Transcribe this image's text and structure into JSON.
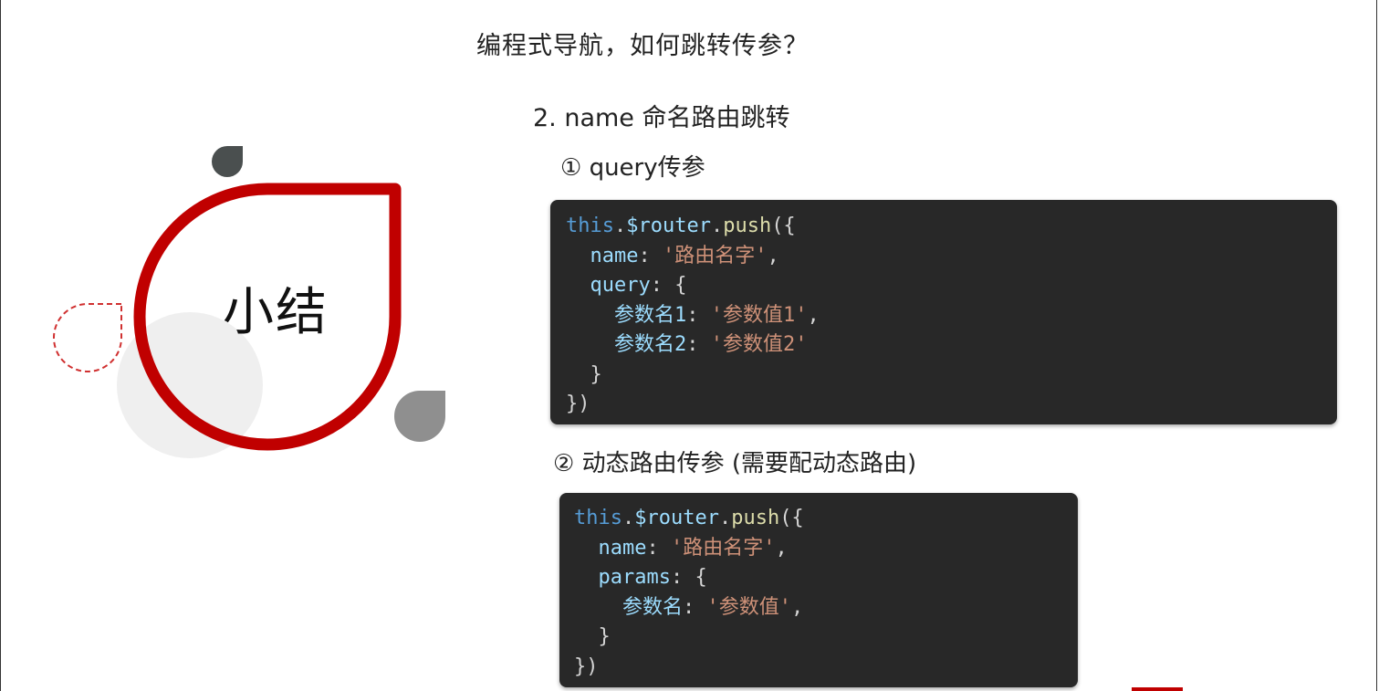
{
  "slide": {
    "headline": "编程式导航，如何跳转传参？",
    "subtitle": "2. name 命名路由跳转",
    "summary_label": "小结",
    "item1_label": "① query传参",
    "item2_label": "② 动态路由传参 (需要配动态路由)"
  },
  "code1": {
    "lines": [
      "this.$router.push({",
      "  name: '路由名字',",
      "  query: {",
      "    参数名1: '参数值1',",
      "    参数名2: '参数值2'",
      "  }",
      "})"
    ]
  },
  "code2": {
    "lines": [
      "this.$router.push({",
      "  name: '路由名字',",
      "  params: {",
      "    参数名: '参数值',",
      "  }",
      "})"
    ]
  },
  "colors": {
    "accent_red": "#c00000",
    "code_bg": "#282828",
    "keyword": "#569cd6",
    "property": "#9cdcfe",
    "function": "#dcdcaa",
    "string": "#ce9178"
  }
}
